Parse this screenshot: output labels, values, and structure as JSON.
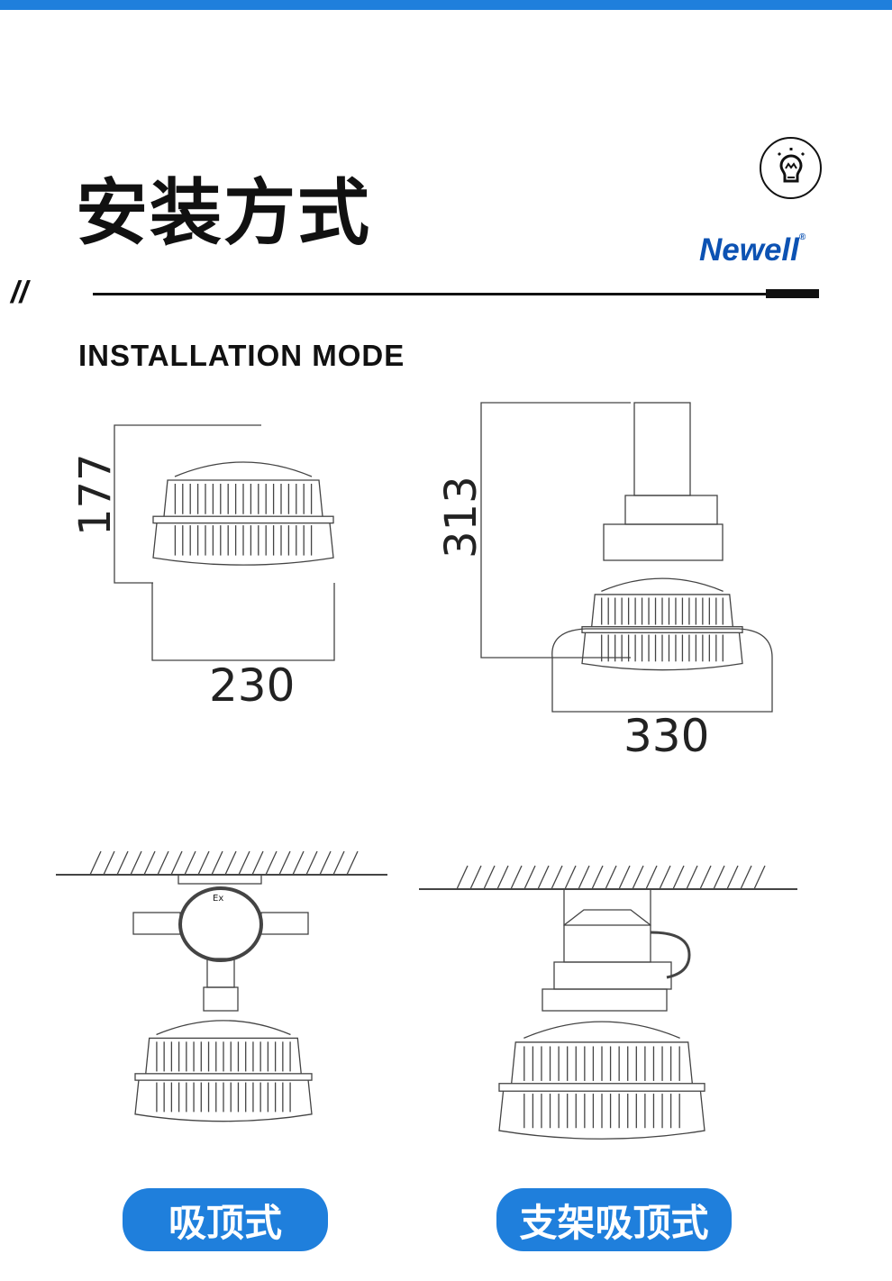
{
  "header": {
    "title": "安装方式",
    "subtitle": "INSTALLATION MODE",
    "slashes": "//"
  },
  "brand": {
    "name": "Newell",
    "registered": "®",
    "icon": "lightbulb-icon",
    "color": "#0c52b3"
  },
  "dimensions": {
    "small_lamp": {
      "height": "177",
      "width": "230"
    },
    "large_lamp": {
      "height": "313",
      "width": "330"
    }
  },
  "junction_box_mark": "Ex",
  "modes": [
    {
      "label": "吸顶式"
    },
    {
      "label": "支架吸顶式"
    }
  ],
  "colors": {
    "accent": "#1f7fdc"
  }
}
